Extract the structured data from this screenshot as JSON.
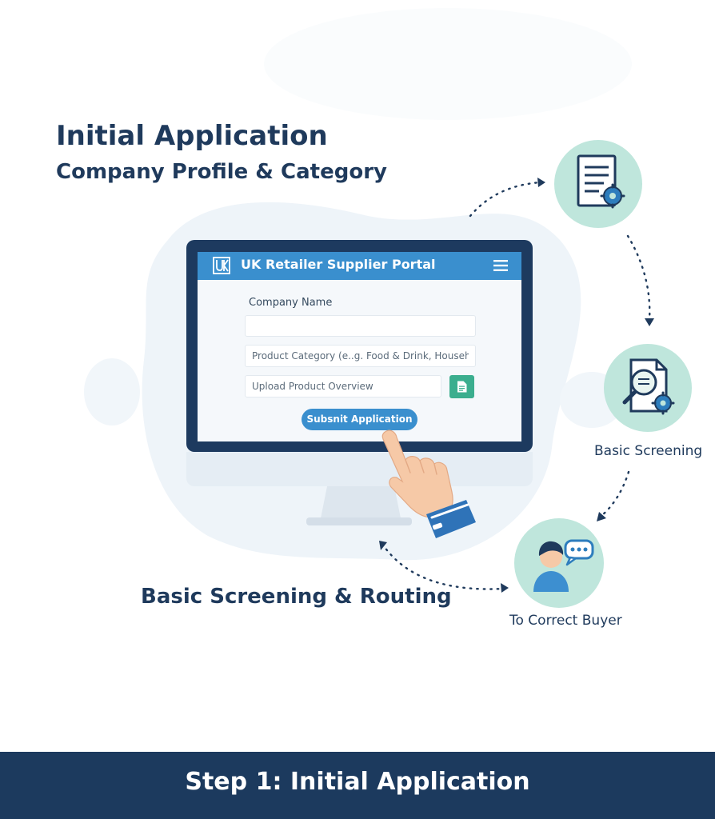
{
  "colors": {
    "navy": "#1c3a5e",
    "portal_blue": "#3a8fce",
    "teal_circle": "#bfe6dc",
    "teal_button": "#3bae8e",
    "heading_text": "#1f3a5c"
  },
  "heading": {
    "title": "Initial Application",
    "subtitle": "Company Profile & Category"
  },
  "portal": {
    "title": "UK Retailer Supplier Portal",
    "logo_icon": "uk-logo-icon",
    "menu_icon": "hamburger-menu-icon",
    "company_name_label": "Company Name",
    "company_name_value": "",
    "category_placeholder": "Product Category (e..g. Food & Drink, Household)",
    "upload_placeholder": "Upload Product Overview",
    "upload_icon": "document-icon",
    "submit_label": "Subsnit Application"
  },
  "flow": {
    "steps": [
      {
        "icon": "document-gear-icon",
        "label": ""
      },
      {
        "icon": "magnifier-document-gear-icon",
        "label": "Basic Screening"
      },
      {
        "icon": "person-chat-icon",
        "label": "To Correct Buyer"
      }
    ],
    "routing_label": "Basic Screening & Routing"
  },
  "footer": {
    "label": "Step 1: Initial Application"
  }
}
